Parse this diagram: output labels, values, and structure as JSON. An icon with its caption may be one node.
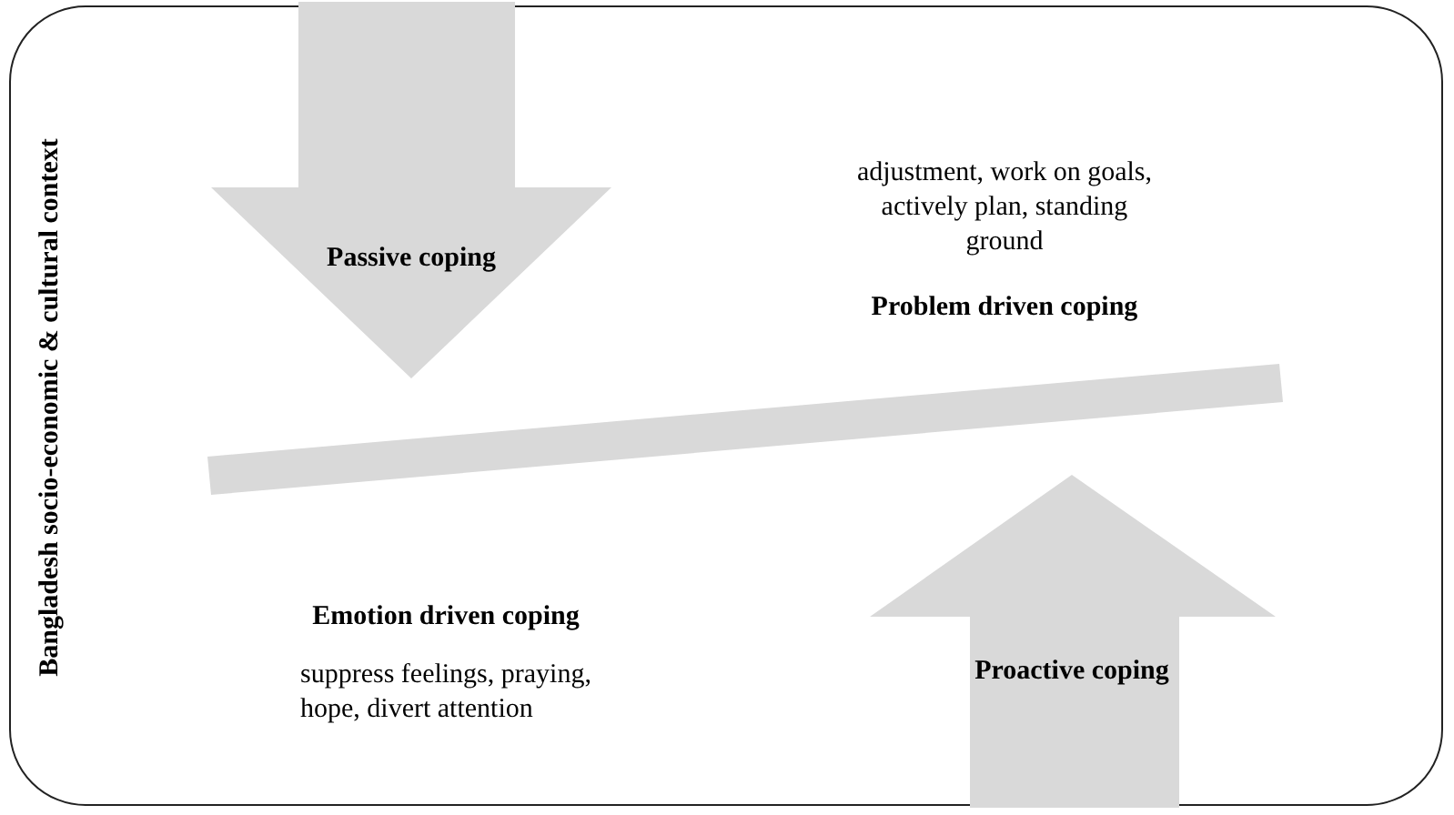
{
  "diagram": {
    "nodes": [
      {
        "text": [
          "Bangladesh socio-economic & cultural context"
        ]
      },
      {
        "text": [
          "Passive coping"
        ],
        "in": 0
      },
      {
        "text": [
          "Proactive coping"
        ],
        "in": 0
      },
      {
        "text": [],
        "shape": "bar",
        "in": 0
      }
    ],
    "labels": [
      "adjustment, work on goals, actively plan, standing ground",
      "Problem driven coping",
      "Emotion driven coping",
      "suppress feelings, praying, hope, divert attention"
    ]
  }
}
